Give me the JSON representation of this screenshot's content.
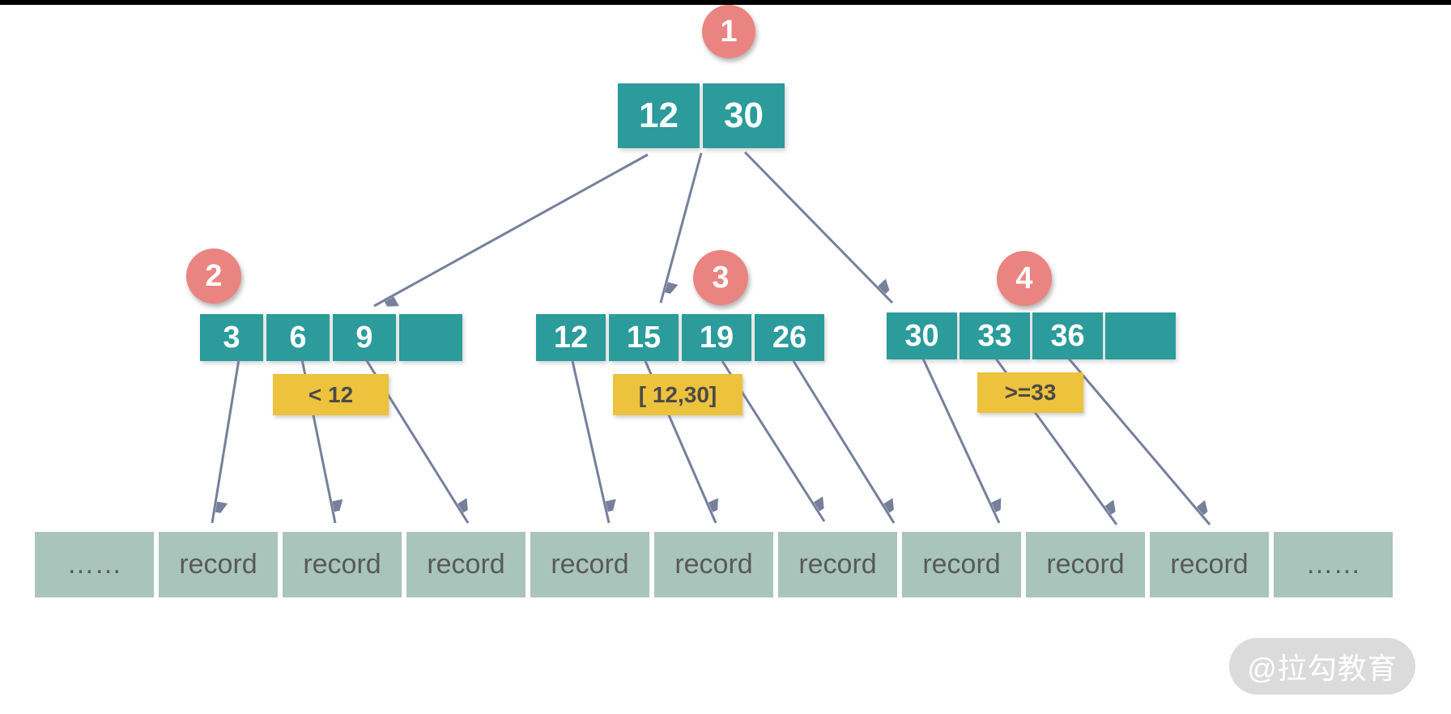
{
  "diagram_type": "bplus-tree-index",
  "colors": {
    "node_teal": "#2B9B9B",
    "record_sage": "#A9C4BB",
    "range_yellow": "#EDC23C",
    "badge_pink": "#EA8481",
    "arrow_slate": "#76809B",
    "label_text": "#4A4A4A",
    "record_text": "#595959",
    "cell_text": "#FFFFFF",
    "watermark_bg": "#DBDBDB",
    "watermark_text": "#FFFFFF",
    "top_bar": "#000000"
  },
  "tree": {
    "root": {
      "badge": "1",
      "keys": [
        "12",
        "30"
      ]
    },
    "children": [
      {
        "badge": "2",
        "keys": [
          "3",
          "6",
          "9",
          ""
        ],
        "range_label": "< 12"
      },
      {
        "badge": "3",
        "keys": [
          "12",
          "15",
          "19",
          "26"
        ],
        "range_label": "[ 12,30]"
      },
      {
        "badge": "4",
        "keys": [
          "30",
          "33",
          "36",
          ""
        ],
        "range_label": ">=33"
      }
    ]
  },
  "record_row": {
    "cells": [
      "……",
      "record",
      "record",
      "record",
      "record",
      "record",
      "record",
      "record",
      "record",
      "record",
      "……"
    ]
  },
  "watermark": {
    "text": "@拉勾教育"
  }
}
